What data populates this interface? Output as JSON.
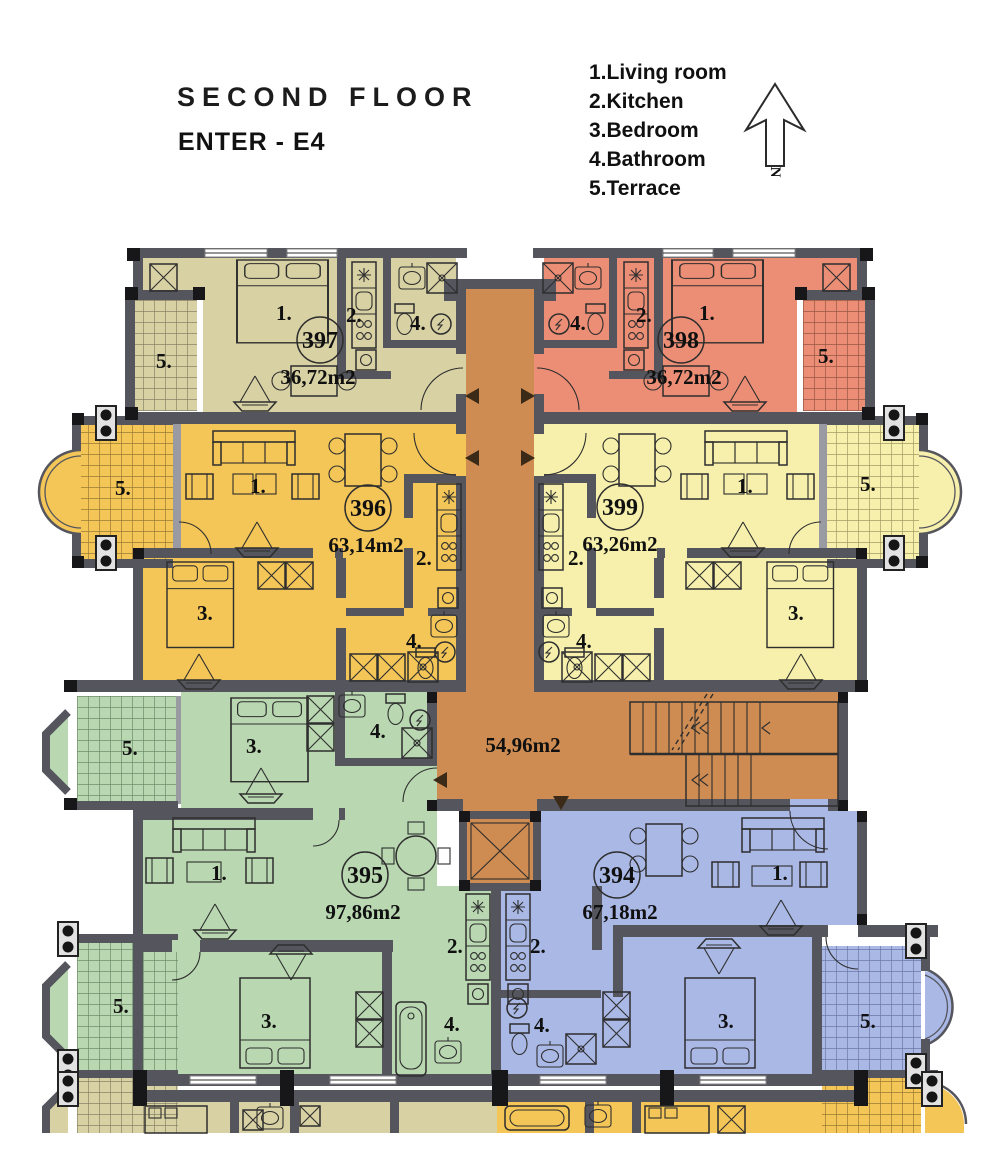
{
  "header": {
    "title": "SECOND FLOOR",
    "subtitle": "ENTER - E4"
  },
  "legend": {
    "items": [
      "1.Living room",
      "2.Kitchen",
      "3.Bedroom",
      "4.Bathroom",
      "5.Terrace"
    ]
  },
  "compass": {
    "label": "N"
  },
  "rooms": {
    "living": "1.",
    "kitchen": "2.",
    "bedroom": "3.",
    "bathroom": "4.",
    "terrace": "5."
  },
  "hall": {
    "area": "54,96m2",
    "color": "#cf8c52"
  },
  "apartments": [
    {
      "number": "397",
      "area": "36,72m2",
      "color": "#d8d1a4"
    },
    {
      "number": "398",
      "area": "36,72m2",
      "color": "#ec8e75"
    },
    {
      "number": "396",
      "area": "63,14m2",
      "color": "#f4c658"
    },
    {
      "number": "399",
      "area": "63,26m2",
      "color": "#f6f0ac"
    },
    {
      "number": "395",
      "area": "97,86m2",
      "color": "#b9d8b1"
    },
    {
      "number": "394",
      "area": "67,18m2",
      "color": "#aab8e6"
    }
  ],
  "colors": {
    "wall": "#55555d",
    "corner": "#17171a"
  }
}
